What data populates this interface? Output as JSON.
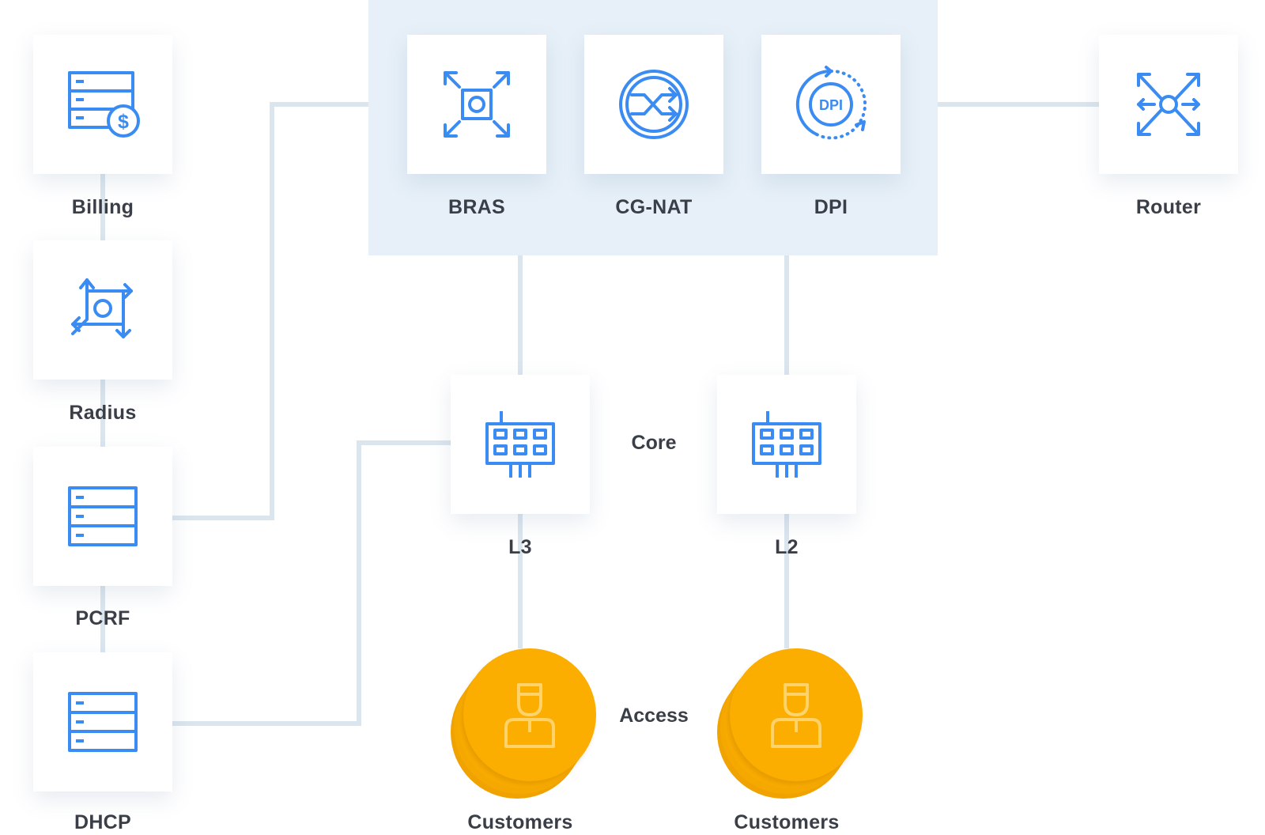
{
  "colors": {
    "icon": "#3b8cf2",
    "connector": "#dbe5ee",
    "group_background": "#e7f0f8",
    "customer": "#fbad00",
    "customer_icon": "#ffd36a",
    "label_text": "#3a3f47"
  },
  "services": [
    {
      "label": "Billing",
      "icon": "server-billing-icon"
    },
    {
      "label": "Radius",
      "icon": "radius-arrows-icon"
    },
    {
      "label": "PCRF",
      "icon": "server-icon"
    },
    {
      "label": "DHCP",
      "icon": "server-icon"
    }
  ],
  "group": [
    {
      "label": "BRAS",
      "icon": "expand-arrows-icon"
    },
    {
      "label": "CG-NAT",
      "icon": "shuffle-circle-icon"
    },
    {
      "label": "DPI",
      "icon": "dpi-circle-icon",
      "icon_text": "DPI"
    }
  ],
  "router": {
    "label": "Router",
    "icon": "router-arrows-icon"
  },
  "switches": [
    {
      "label": "L3",
      "icon": "switch-icon"
    },
    {
      "label": "L2",
      "icon": "switch-icon"
    }
  ],
  "tiers": {
    "core": "Core",
    "access": "Access"
  },
  "customers": [
    {
      "label": "Customers",
      "icon": "person-icon"
    },
    {
      "label": "Customers",
      "icon": "person-icon"
    }
  ]
}
